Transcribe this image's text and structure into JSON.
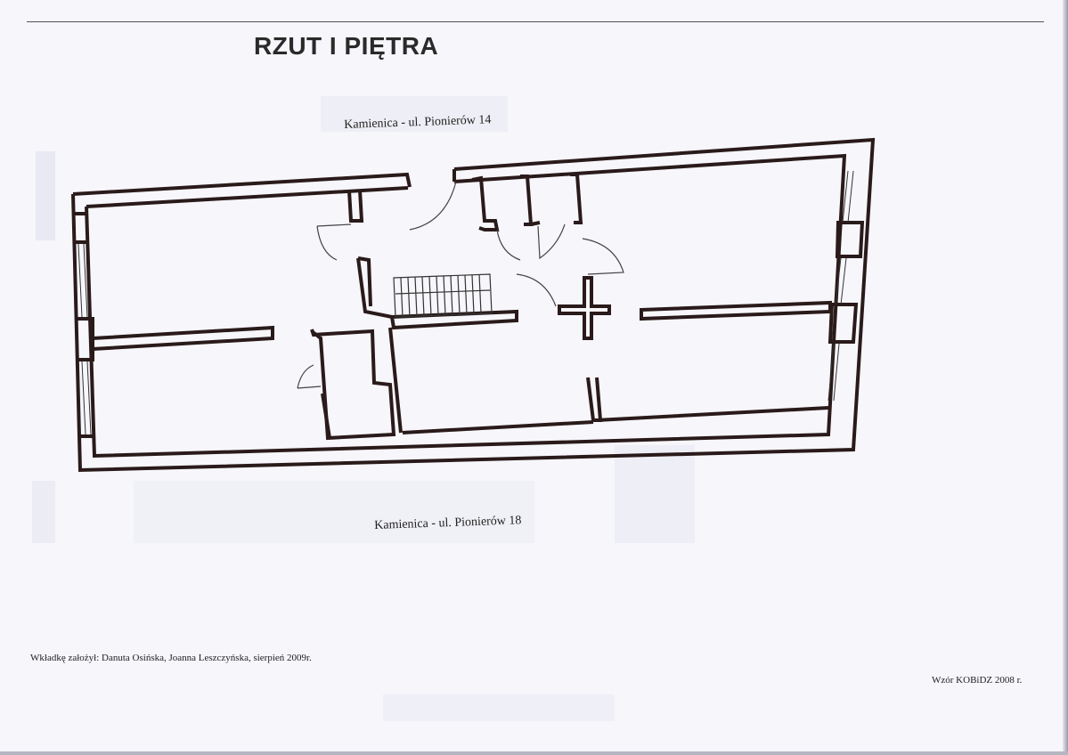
{
  "document": {
    "title": "RZUT I PIĘTRA",
    "caption_top": "Kamienica - ul. Pionierów 14",
    "caption_bottom": "Kamienica - ul. Pionierów 18",
    "credits": "Wkładkę założył: Danuta Osińska, Joanna Leszczyńska, sierpień 2009r.",
    "pattern_note": "Wzór KOBiDZ 2008 r."
  },
  "colors": {
    "wall": "#2a1a1a",
    "line": "#555555",
    "background": "#f6f6fb"
  }
}
